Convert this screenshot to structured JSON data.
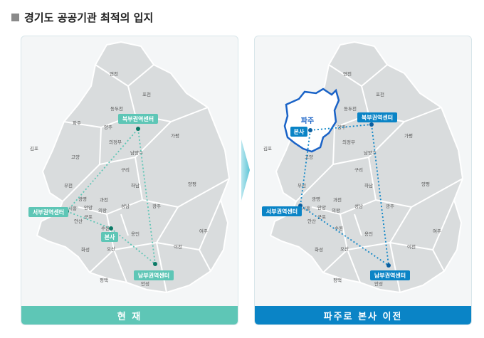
{
  "title": "경기도 공공기관 최적의 입지",
  "colors": {
    "current": "#5ec6b6",
    "relocated": "#0a84c6",
    "map_fill": "#d9dcdd",
    "outline": "#1a63c7"
  },
  "cities": [
    "연천",
    "포천",
    "동두천",
    "파주",
    "양주",
    "의정부",
    "가평",
    "김포",
    "고양",
    "남양주",
    "구리",
    "부천",
    "하남",
    "양평",
    "광명",
    "과천",
    "안양",
    "성남",
    "광주",
    "시흥",
    "군포",
    "의왕",
    "안산",
    "수원",
    "용인",
    "여주",
    "화성",
    "오산",
    "이천",
    "평택",
    "안성"
  ],
  "left_panel": {
    "caption": "현 재",
    "labels": {
      "north": "북부권역센터",
      "west": "서부권역센터",
      "hq": "본사",
      "south": "남부권역센터"
    }
  },
  "right_panel": {
    "caption": "파주로 본사 이전",
    "labels": {
      "north": "북부권역센터",
      "west": "서부권역센터",
      "hq": "본사",
      "south": "남부권역센터",
      "paju": "파주"
    }
  }
}
